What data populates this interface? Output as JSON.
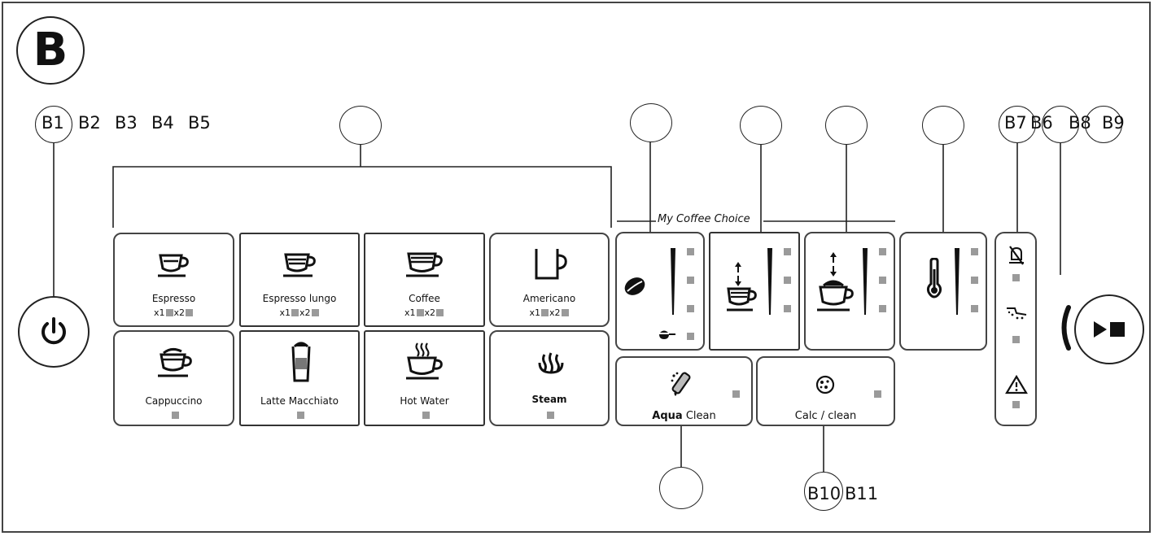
{
  "panel_letter": "B",
  "callouts": {
    "b1": "B1",
    "b2": "B2",
    "b3": "B3",
    "b4": "B4",
    "b5": "B5",
    "b6": "B6",
    "b7": "B7",
    "b8": "B8",
    "b9": "B9",
    "b10": "B10",
    "b11": "B11"
  },
  "group_label": "My Coffee Choice",
  "drinks": [
    {
      "label": "Espresso",
      "count_x1": "x1",
      "count_x2": "x2",
      "icon": "espresso-cup-icon"
    },
    {
      "label": "Espresso lungo",
      "count_x1": "x1",
      "count_x2": "x2",
      "icon": "espresso-lungo-cup-icon"
    },
    {
      "label": "Coffee",
      "count_x1": "x1",
      "count_x2": "x2",
      "icon": "coffee-cup-icon"
    },
    {
      "label": "Americano",
      "count_x1": "x1",
      "count_x2": "x2",
      "icon": "americano-mug-icon"
    },
    {
      "label": "Cappuccino",
      "icon": "cappuccino-cup-icon"
    },
    {
      "label": "Latte Macchiato",
      "icon": "latte-glass-icon"
    },
    {
      "label": "Hot Water",
      "icon": "hot-water-cup-icon"
    },
    {
      "label": "Steam",
      "icon": "steam-icon"
    }
  ],
  "maintenance": {
    "aqua_bold": "Aqua",
    "aqua_rest": " Clean",
    "calc": "Calc / clean"
  },
  "icons": {
    "power": "power-icon",
    "start_stop": "play-stop-icon",
    "strength": "coffee-bean-icon",
    "volume": "cup-volume-icon",
    "milk": "milk-volume-icon",
    "temperature": "thermometer-icon",
    "no_pot": "no-grounds-icon",
    "grounds": "grounds-container-icon",
    "warning": "warning-icon",
    "ground_coffee": "ground-coffee-scoop-icon",
    "aqua_clean": "aqua-clean-filter-icon",
    "calc_clean": "calc-clean-icon"
  },
  "colors": {
    "led": "#9a9a9a",
    "line": "#222222"
  }
}
